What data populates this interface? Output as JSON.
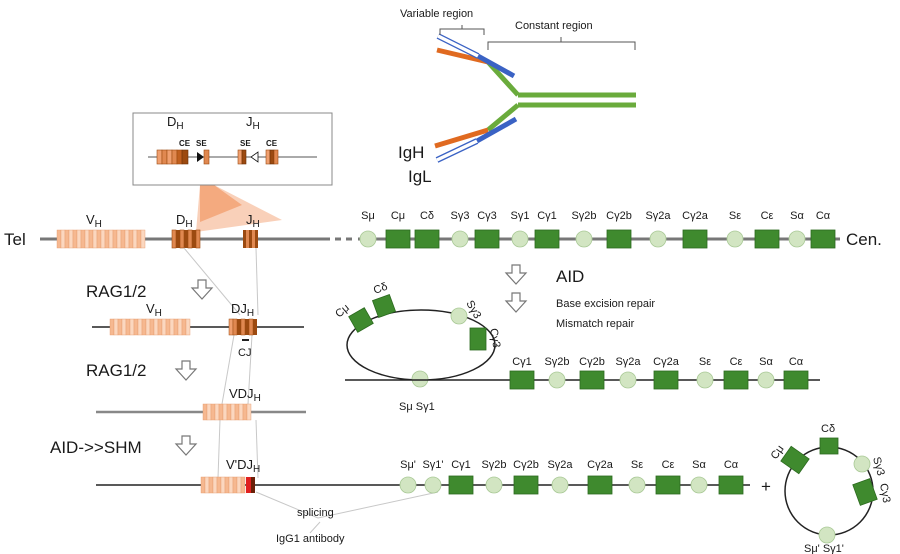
{
  "antibody": {
    "variable_region": "Variable region",
    "constant_region": "Constant region",
    "igh": "IgH",
    "igl": "IgL"
  },
  "inset": {
    "dh": "D",
    "dh_sub": "H",
    "jh": "J",
    "jh_sub": "H",
    "ce1": "CE",
    "se1": "SE",
    "se2": "SE",
    "ce2": "CE"
  },
  "locus": {
    "tel": "Tel",
    "cen": "Cen.",
    "vh": "V",
    "vh_sub": "H",
    "dh": "D",
    "dh_sub": "H",
    "jh": "J",
    "jh_sub": "H",
    "switch_labels": [
      "Sμ",
      "Cμ",
      "Cδ",
      "Sγ3",
      "Cγ3",
      "Sγ1",
      "Cγ1",
      "Sγ2b",
      "Cγ2b",
      "Sγ2a",
      "Cγ2a",
      "Sε",
      "Cε",
      "Sα",
      "Cα"
    ]
  },
  "steps": {
    "rag1": "RAG1/2",
    "rag2": "RAG1/2",
    "aid_shm": "AID->>SHM",
    "aid": "AID",
    "ber": "Base excision repair",
    "mmr": "Mismatch repair"
  },
  "row2": {
    "vh": "V",
    "vh_sub": "H",
    "djh": "DJ",
    "djh_sub": "H",
    "cj": "CJ"
  },
  "row3": {
    "vdjh": "VDJ",
    "vdjh_sub": "H"
  },
  "row4": {
    "vpdjh": "V'DJ",
    "vpdjh_sub": "H",
    "splicing": "splicing",
    "igg1": "IgG1 antibody",
    "plus": "+"
  },
  "circle1": {
    "cmu": "Cμ",
    "cdelta": "Cδ",
    "sg3": "Sγ3",
    "cg3": "Cγ3",
    "smu_sg1": "Sμ Sγ1"
  },
  "locus2": {
    "labels": [
      "Cγ1",
      "Sγ2b",
      "Cγ2b",
      "Sγ2a",
      "Cγ2a",
      "Sε",
      "Cε",
      "Sα",
      "Cα"
    ]
  },
  "locus3": {
    "labels": [
      "Sμ'",
      "Sγ1'",
      "Cγ1",
      "Sγ2b",
      "Cγ2b",
      "Sγ2a",
      "Cγ2a",
      "Sε",
      "Cε",
      "Sα",
      "Cα"
    ]
  },
  "circle2": {
    "cmu": "Cμ",
    "cdelta": "Cδ",
    "sg3": "Sγ3",
    "cg3": "Cγ3",
    "bottom": "Sμ' Sγ1'"
  },
  "colors": {
    "green_gene": "#3f8a2e",
    "green_switch": "#d2e5c2",
    "orange_segment": "#f0a070",
    "dark_segment": "#9c4a10",
    "heavy_chain": "#6aab3c",
    "orange_chain": "#e06a20",
    "blue_chain": "#3a62c4",
    "red_mark": "#e02020"
  }
}
